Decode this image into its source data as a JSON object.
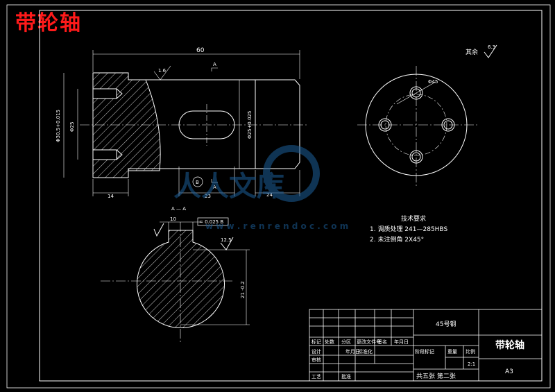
{
  "header": {
    "title": "带轮轴"
  },
  "dims": {
    "overall_length": "60",
    "left_hole_dia": "Φ30.5+0.015",
    "inner_dia": "Φ25",
    "shaft_dia": "Φ25+0.025",
    "len_left": "14",
    "len_23": "23",
    "len_24": "24",
    "roughness_main": "1.6",
    "roughness_section": "12.5",
    "bcd": "Φ45",
    "section_dim": "21 -0.2",
    "keyway_width": "10",
    "tolerance_box": "= 0.025 B",
    "datum_b": "B"
  },
  "labels": {
    "section_a": "A",
    "section_a_left": "A",
    "section_view_title": "A — A",
    "others": "其余",
    "others_roughness": "6.3"
  },
  "tech": {
    "heading": "技术要求",
    "item1": "1. 调质处理 241—285HBS",
    "item2": "2. 未注倒角 2X45°"
  },
  "watermark": {
    "brand": "人人文库",
    "url": "w w w . r e n r e n d o c . c o m"
  },
  "title_block": {
    "material": "45号钢",
    "part_name": "带轮轴",
    "sheet_size": "A3",
    "scale": "2:1",
    "sheets": "共五张 第二张",
    "col_stage": "阶段标记",
    "col_weight": "重量",
    "col_scale": "比例",
    "row_mark": "标记",
    "row_count": "处数",
    "row_zone": "分区",
    "row_doc": "更改文件号",
    "row_sign": "签名",
    "row_date": "年月日",
    "row_design": "设计",
    "row_std": "标准化",
    "row_check": "审核",
    "row_process": "工艺",
    "row_approve": "批准"
  }
}
